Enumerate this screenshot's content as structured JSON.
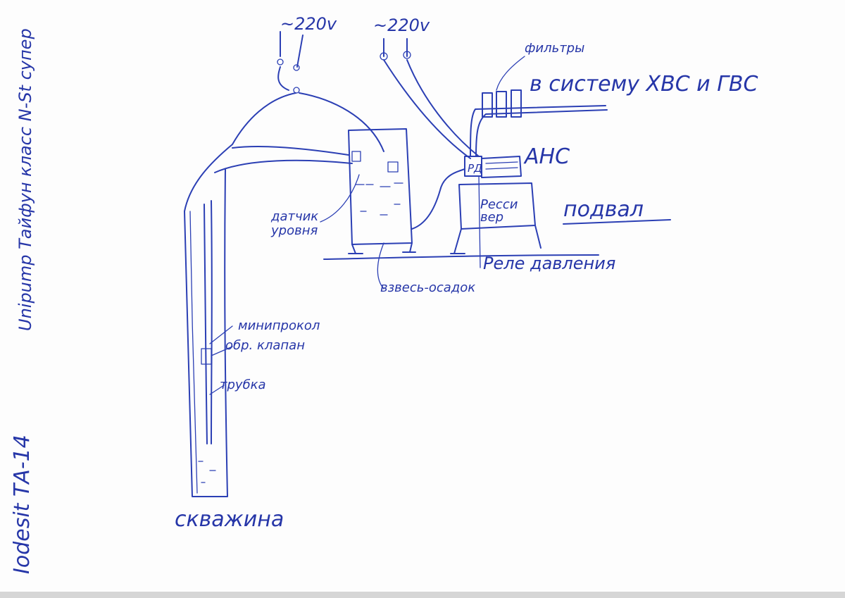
{
  "diagram": {
    "power_left": "~220v",
    "power_right": "~220v",
    "filters": "фильтры",
    "to_system": "в систему ХВС и ГВС",
    "pump_station": "АНС",
    "pressure_gauge": "РД",
    "receiver": "Ресси вер",
    "basement": "подвал",
    "level_sensor": "датчик уровня",
    "pressure_relay": "Реле давления",
    "sediment": "взвесь-осадок",
    "mini_hole": "минипрокол",
    "check_valve": "обр. клапан",
    "tube": "трубка",
    "well": "скважина",
    "margin_model": "Unipump Тайфун класс N-St супер",
    "margin_pump": "Iodesit ТА-14"
  },
  "colors": {
    "ink": "#2b3fb4",
    "paper": "#fdfdfd"
  }
}
